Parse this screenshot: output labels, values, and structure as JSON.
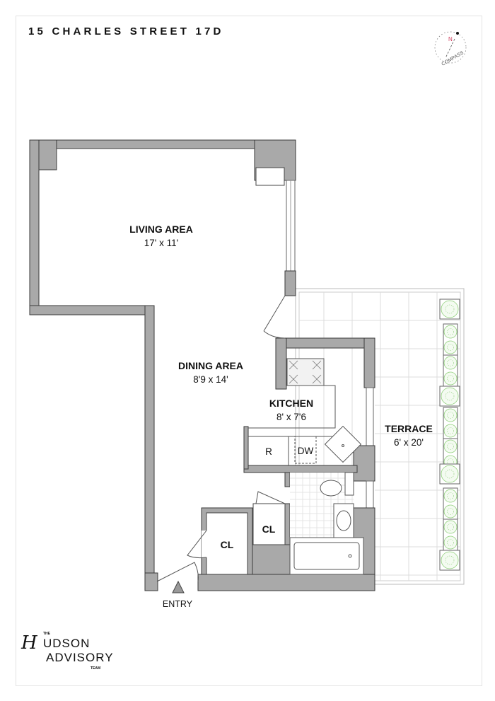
{
  "title": "15 CHARLES STREET 17D",
  "compass": {
    "north_label": "N",
    "label": "COMPASS"
  },
  "rooms": {
    "living": {
      "name": "LIVING AREA",
      "size": "17' x 11'"
    },
    "dining": {
      "name": "DINING AREA",
      "size": "8'9 x 14'"
    },
    "kitchen": {
      "name": "KITCHEN",
      "size": "8' x 7'6"
    },
    "terrace": {
      "name": "TERRACE",
      "size": "6' x 20'"
    },
    "closet1": {
      "name": "CL"
    },
    "closet2": {
      "name": "CL"
    },
    "refrigerator": "R",
    "dishwasher": "DW",
    "entry": "ENTRY"
  },
  "logo": {
    "the": "THE",
    "h": "H",
    "udson": "UDSON",
    "advisory": "ADVISORY",
    "team": "TEAM"
  },
  "colors": {
    "wall": "#a9a9a9",
    "plant": "#8fcf7a"
  }
}
